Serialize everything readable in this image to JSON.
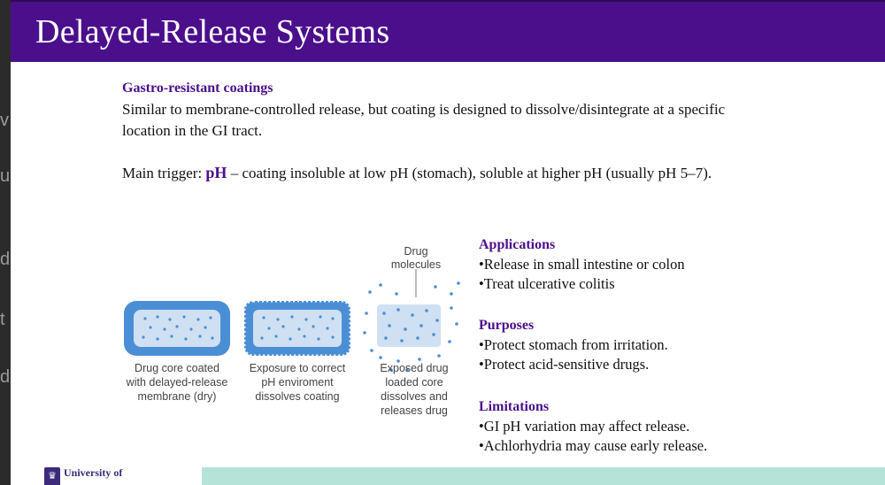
{
  "slide": {
    "title": "Delayed-Release Systems",
    "subheading": "Gastro-resistant coatings",
    "para1": "Similar to membrane-controlled release, but coating is designed to dissolve/disintegrate at a specific location in the GI tract.",
    "trigger_prefix": "Main trigger: ",
    "trigger_key": "pH",
    "trigger_rest": " – coating insoluble at low pH (stomach), soluble at higher pH (usually pH 5–7)."
  },
  "figure": {
    "top_label_1": "Drug",
    "top_label_2": "molecules",
    "captions": [
      [
        "Drug core coated",
        "with delayed-release",
        "membrane (dry)"
      ],
      [
        "Exposure to correct",
        "pH enviroment",
        "dissolves coating"
      ],
      [
        "Exposed drug",
        "loaded core",
        "dissolves and",
        "releases drug"
      ]
    ]
  },
  "applications": {
    "heading": "Applications",
    "items": [
      "•Release in small intestine or colon",
      "•Treat ulcerative colitis"
    ]
  },
  "purposes": {
    "heading": "Purposes",
    "items": [
      "•Protect stomach from irritation.",
      "•Protect acid-sensitive drugs."
    ]
  },
  "limitations": {
    "heading": "Limitations",
    "items": [
      "•GI pH variation may affect release.",
      "•Achlorhydria may cause early release."
    ]
  },
  "footer": {
    "university": "University of"
  },
  "colors": {
    "brand_purple": "#4b0f8c",
    "footer_mint": "#b5e3d8",
    "coat_blue": "#4a8fd6",
    "core_blue": "#cfe0f2"
  }
}
